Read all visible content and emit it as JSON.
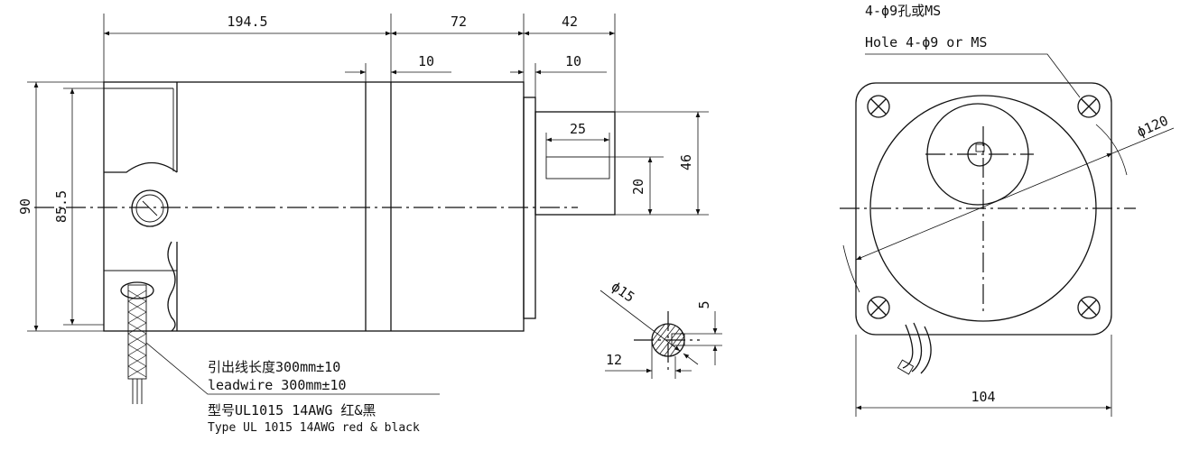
{
  "dimensions": {
    "len_body": "194.5",
    "len_gear": "72",
    "len_shaft": "42",
    "gap_a": "10",
    "gap_b": "10",
    "key_len": "25",
    "height_90": "90",
    "height_855": "85.5",
    "shaft_off": "20",
    "shaft_height": "46",
    "shaft_dia": "ϕ15",
    "key_depth": "5",
    "key_width": "12",
    "flange_dia": "ϕ120",
    "flange_width": "104"
  },
  "notes": {
    "lead_cn": "引出线长度300mm±10",
    "lead_en": "leadwire 300mm±10",
    "type_cn": "型号UL1015 14AWG 红&黑",
    "type_en": "Type UL 1015 14AWG red & black",
    "hole_cn": "4-ϕ9孔或MS",
    "hole_en": "Hole 4-ϕ9 or MS"
  }
}
